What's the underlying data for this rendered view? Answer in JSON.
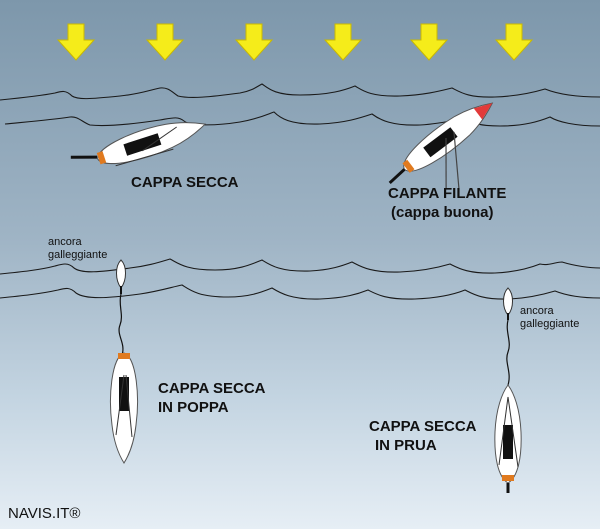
{
  "wind": {
    "arrow_count": 6,
    "arrow_color": "#f5ec1a",
    "icon": "wind-arrow-down-icon"
  },
  "colors": {
    "sky_top": "#7f99ad",
    "sky_mid": "#a7bccc",
    "sky_bottom": "#dde8f1",
    "hull_accent": "#e07a1f",
    "bow_red": "#e23a3a"
  },
  "labels": {
    "cappa_secca": "CAPPA SECCA",
    "cappa_filante_1": "CAPPA FILANTE",
    "cappa_filante_2": "(cappa buona)",
    "poppa_1": "CAPPA SECCA",
    "poppa_2": "IN POPPA",
    "prua_1": "CAPPA SECCA",
    "prua_2": "IN PRUA",
    "ancora_left_1": "ancora",
    "ancora_left_2": "galleggiante",
    "ancora_right_1": "ancora",
    "ancora_right_2": "galleggiante",
    "brand": "NAVIS.IT®"
  }
}
